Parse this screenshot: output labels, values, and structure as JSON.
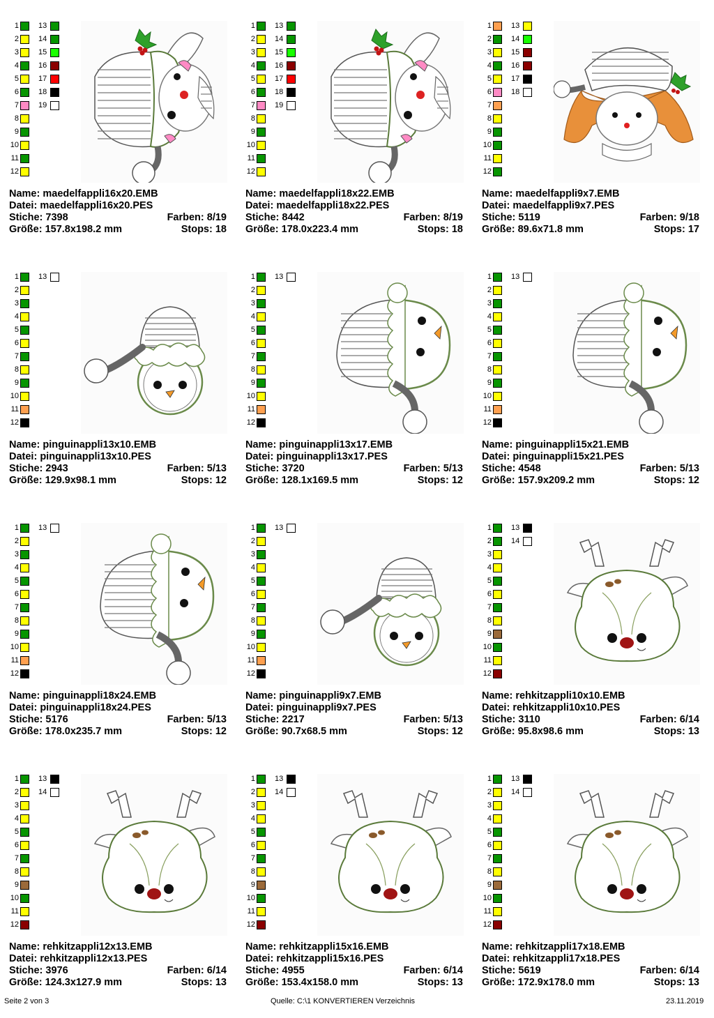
{
  "labels": {
    "name": "Name:",
    "datei": "Datei:",
    "stiche": "Stiche:",
    "farben": "Farben:",
    "groesse": "Größe:",
    "stops": "Stops:"
  },
  "palette": {
    "g": "#079500",
    "y": "#ffff00",
    "lg": "#19ff00",
    "dr": "#8b0000",
    "r": "#ff0000",
    "k": "#000000",
    "p": "#ff8ac4",
    "w": "#ffffff",
    "o": "#ffa050",
    "br": "#9b6a3a",
    "dm": "#8a0000"
  },
  "cells": [
    {
      "name": "maedelfappli16x20.EMB",
      "datei": "maedelfappli16x20.PES",
      "stiche": "7398",
      "farben": "8/19",
      "groesse": "157.8x198.2 mm",
      "stops": "18",
      "icon": "elf-girl-icon",
      "col1": [
        "g",
        "y",
        "y",
        "g",
        "y",
        "g",
        "p",
        "y",
        "g",
        "y",
        "g",
        "y"
      ],
      "col2": [
        "g",
        "g",
        "lg",
        "dr",
        "r",
        "k",
        "w"
      ]
    },
    {
      "name": "maedelfappli18x22.EMB",
      "datei": "maedelfappli18x22.PES",
      "stiche": "8442",
      "farben": "8/19",
      "groesse": "178.0x223.4 mm",
      "stops": "18",
      "icon": "elf-girl-icon",
      "col1": [
        "g",
        "y",
        "y",
        "g",
        "y",
        "g",
        "p",
        "y",
        "g",
        "y",
        "g",
        "y"
      ],
      "col2": [
        "g",
        "g",
        "lg",
        "dr",
        "r",
        "k",
        "w"
      ]
    },
    {
      "name": "maedelfappli9x7.EMB",
      "datei": "maedelfappli9x7.PES",
      "stiche": "5119",
      "farben": "9/18",
      "groesse": "89.6x71.8 mm",
      "stops": "17",
      "icon": "elf-girl-color-icon",
      "col1": [
        "o",
        "g",
        "y",
        "g",
        "y",
        "p",
        "o",
        "y",
        "g",
        "g",
        "y",
        "g"
      ],
      "col2": [
        "y",
        "lg",
        "dr",
        "dr",
        "k",
        "w"
      ]
    },
    {
      "name": "pinguinappli13x10.EMB",
      "datei": "pinguinappli13x10.PES",
      "stiche": "2943",
      "farben": "5/13",
      "groesse": "129.9x98.1 mm",
      "stops": "12",
      "icon": "penguin-icon",
      "col1": [
        "g",
        "y",
        "g",
        "y",
        "g",
        "y",
        "g",
        "y",
        "g",
        "y",
        "o",
        "k"
      ],
      "col2": [
        "w"
      ]
    },
    {
      "name": "pinguinappli13x17.EMB",
      "datei": "pinguinappli13x17.PES",
      "stiche": "3720",
      "farben": "5/13",
      "groesse": "128.1x169.5 mm",
      "stops": "12",
      "icon": "penguin-side-icon",
      "col1": [
        "g",
        "y",
        "g",
        "y",
        "g",
        "y",
        "g",
        "y",
        "g",
        "y",
        "o",
        "k"
      ],
      "col2": [
        "w"
      ]
    },
    {
      "name": "pinguinappli15x21.EMB",
      "datei": "pinguinappli15x21.PES",
      "stiche": "4548",
      "farben": "5/13",
      "groesse": "157.9x209.2 mm",
      "stops": "12",
      "icon": "penguin-side-icon",
      "col1": [
        "g",
        "y",
        "g",
        "y",
        "g",
        "y",
        "g",
        "y",
        "g",
        "y",
        "o",
        "k"
      ],
      "col2": [
        "w"
      ]
    },
    {
      "name": "pinguinappli18x24.EMB",
      "datei": "pinguinappli18x24.PES",
      "stiche": "5176",
      "farben": "5/13",
      "groesse": "178.0x235.7 mm",
      "stops": "12",
      "icon": "penguin-side-icon",
      "col1": [
        "g",
        "y",
        "g",
        "y",
        "g",
        "y",
        "g",
        "y",
        "g",
        "y",
        "o",
        "k"
      ],
      "col2": [
        "w"
      ]
    },
    {
      "name": "pinguinappli9x7.EMB",
      "datei": "pinguinappli9x7.PES",
      "stiche": "2217",
      "farben": "5/13",
      "groesse": "90.7x68.5 mm",
      "stops": "12",
      "icon": "penguin-icon",
      "col1": [
        "g",
        "y",
        "g",
        "y",
        "g",
        "y",
        "g",
        "y",
        "g",
        "y",
        "o",
        "k"
      ],
      "col2": [
        "w"
      ]
    },
    {
      "name": "rehkitzappli10x10.EMB",
      "datei": "rehkitzappli10x10.PES",
      "stiche": "3110",
      "farben": "6/14",
      "groesse": "95.8x98.6 mm",
      "stops": "13",
      "icon": "reindeer-icon",
      "col1": [
        "g",
        "g",
        "y",
        "y",
        "g",
        "y",
        "g",
        "y",
        "br",
        "g",
        "y",
        "dm"
      ],
      "col2": [
        "k",
        "w"
      ]
    },
    {
      "name": "rehkitzappli12x13.EMB",
      "datei": "rehkitzappli12x13.PES",
      "stiche": "3976",
      "farben": "6/14",
      "groesse": "124.3x127.9 mm",
      "stops": "13",
      "icon": "reindeer-icon",
      "col1": [
        "g",
        "y",
        "y",
        "y",
        "g",
        "y",
        "g",
        "y",
        "br",
        "g",
        "y",
        "dm"
      ],
      "col2": [
        "k",
        "w"
      ]
    },
    {
      "name": "rehkitzappli15x16.EMB",
      "datei": "rehkitzappli15x16.PES",
      "stiche": "4955",
      "farben": "6/14",
      "groesse": "153.4x158.0 mm",
      "stops": "13",
      "icon": "reindeer-icon",
      "col1": [
        "g",
        "y",
        "y",
        "y",
        "g",
        "y",
        "g",
        "y",
        "br",
        "g",
        "y",
        "dm"
      ],
      "col2": [
        "k",
        "w"
      ]
    },
    {
      "name": "rehkitzappli17x18.EMB",
      "datei": "rehkitzappli17x18.PES",
      "stiche": "5619",
      "farben": "6/14",
      "groesse": "172.9x178.0 mm",
      "stops": "13",
      "icon": "reindeer-icon",
      "col1": [
        "g",
        "y",
        "y",
        "y",
        "g",
        "y",
        "g",
        "y",
        "br",
        "g",
        "y",
        "dm"
      ],
      "col2": [
        "k",
        "w"
      ]
    }
  ],
  "footer": {
    "page": "Seite 2 von 3",
    "source": "Quelle: C:\\1 KONVERTIEREN Verzeichnis",
    "date": "23.11.2019"
  }
}
